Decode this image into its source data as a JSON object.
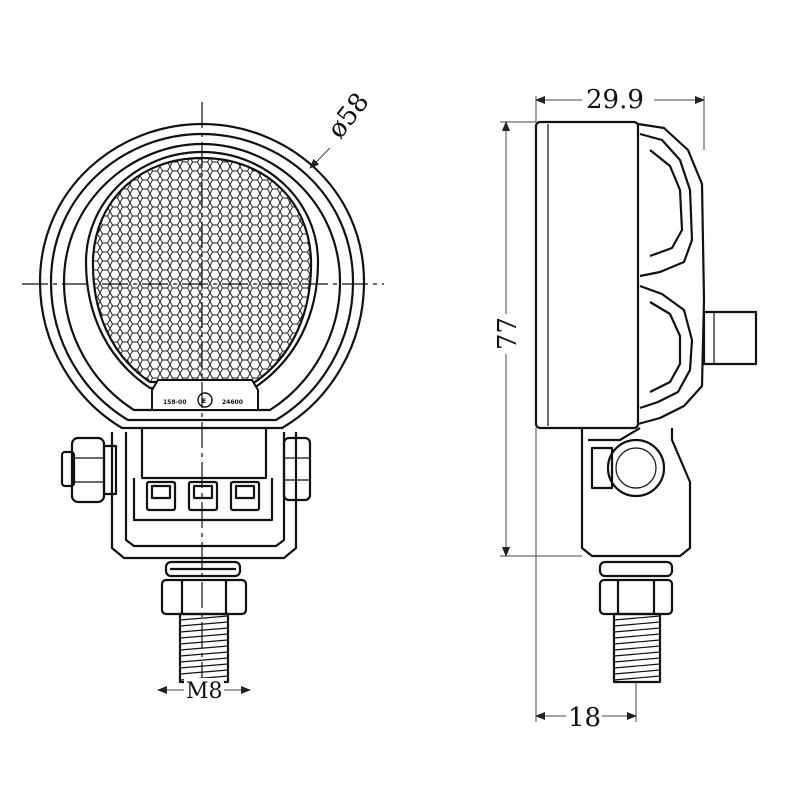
{
  "front_view": {
    "diameter_label": "ø58",
    "thread_label": "M8",
    "lens_marks": {
      "left_code": "158-00",
      "emark_symbol": "E",
      "right_code": "24600"
    }
  },
  "side_view": {
    "depth_label": "29.9",
    "height_label": "77",
    "mount_label": "18"
  },
  "colors": {
    "line": "#111111",
    "background": "#ffffff"
  }
}
